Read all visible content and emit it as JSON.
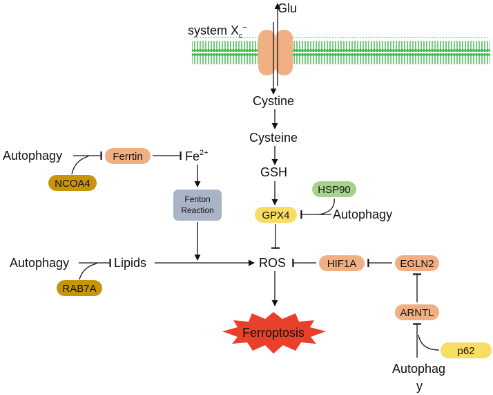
{
  "membrane": {
    "transporter_label": "system X",
    "transporter_sub": "c",
    "transporter_sup": "−",
    "glu": "Glu"
  },
  "pathway": {
    "cystine": "Cystine",
    "cysteine": "Cysteine",
    "gsh": "GSH",
    "gpx4": "GPX4",
    "ros": "ROS",
    "ferroptosis": "Ferroptosis"
  },
  "iron_branch": {
    "autophagy": "Autophagy",
    "ferrtin": "Ferrtin",
    "ncoa4": "NCOA4",
    "fe": "Fe",
    "fe_charge": "2+",
    "fenton_line1": "Fenton",
    "fenton_line2": "Reaction"
  },
  "lipid_branch": {
    "autophagy": "Autophagy",
    "lipids": "Lipids",
    "rab7a": "RAB7A"
  },
  "gpx4_branch": {
    "hsp90": "HSP90",
    "autophagy": "Autophagy"
  },
  "right_branch": {
    "hif1a": "HIF1A",
    "egln2": "EGLN2",
    "arntl": "ARNTL",
    "p62": "p62",
    "autophagy_line1": "Autophag",
    "autophagy_line2": "y"
  },
  "colors": {
    "membrane": "#3cb84a",
    "transporter": "#f1b083",
    "salmon_node": "#f1b083",
    "gold_node": "#c8940a",
    "yellow_node": "#f9dc62",
    "green_node": "#a6d38c",
    "fenton_box": "#a9b4c6",
    "ferroptosis": "#e8402a"
  }
}
